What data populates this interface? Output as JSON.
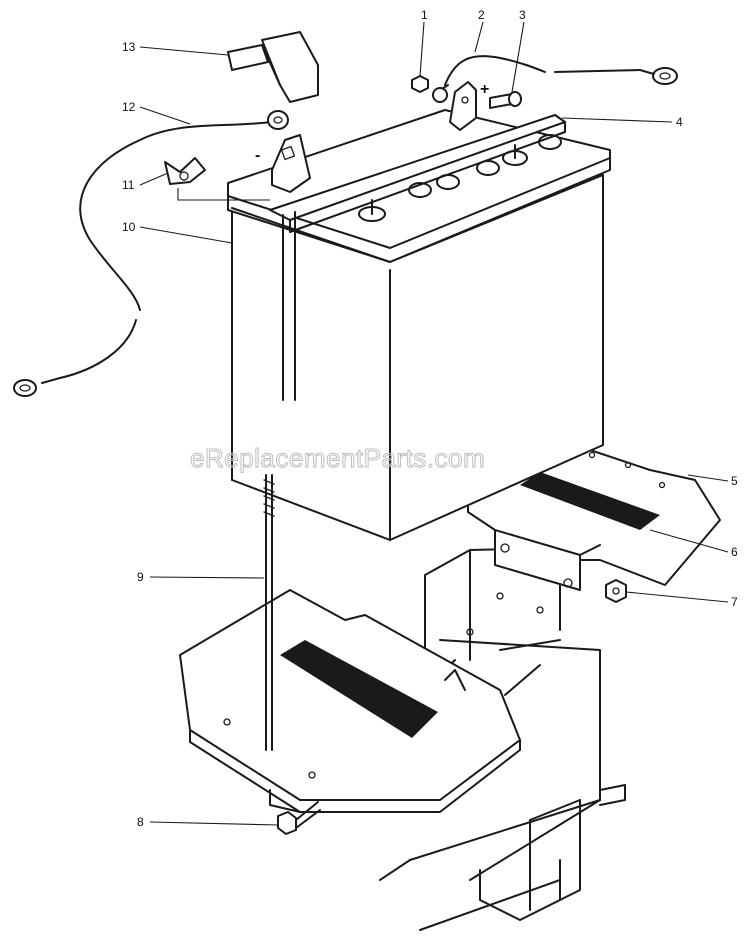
{
  "diagram": {
    "watermark": "eReplacementParts.com",
    "polarity": {
      "positive": "+",
      "negative": "-"
    },
    "callouts": [
      {
        "id": "1",
        "label": "1"
      },
      {
        "id": "2",
        "label": "2"
      },
      {
        "id": "3",
        "label": "3"
      },
      {
        "id": "4",
        "label": "4"
      },
      {
        "id": "5",
        "label": "5"
      },
      {
        "id": "6",
        "label": "6"
      },
      {
        "id": "7",
        "label": "7"
      },
      {
        "id": "8",
        "label": "8"
      },
      {
        "id": "9",
        "label": "9"
      },
      {
        "id": "10",
        "label": "10"
      },
      {
        "id": "11",
        "label": "11"
      },
      {
        "id": "12",
        "label": "12"
      },
      {
        "id": "13",
        "label": "13"
      }
    ]
  }
}
